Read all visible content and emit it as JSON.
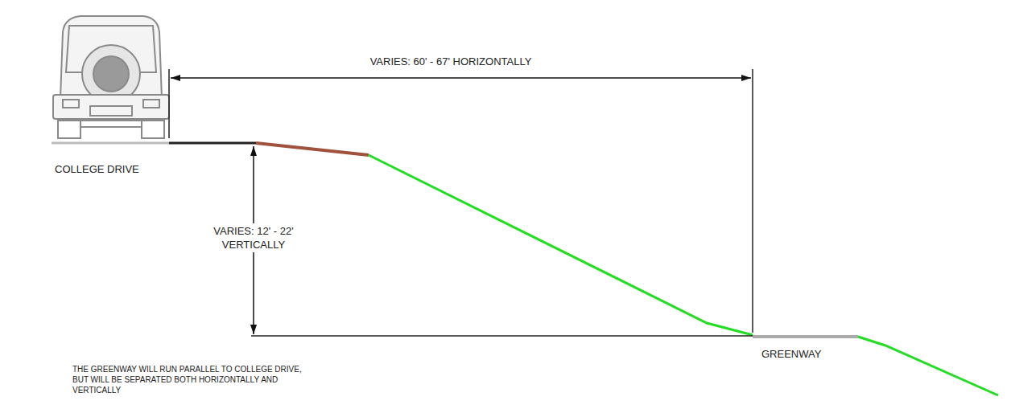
{
  "diagram": {
    "labels": [
      "VARIES: 60' - 67' HORIZONTALLY",
      "COLLEGE DRIVE",
      "VARIES: 12' - 22' VERTICALLY",
      "GREENWAY",
      "THE GREENWAY WILL RUN PARALLEL TO COLLEGE DRIVE, BUT WILL BE SEPARATED BOTH HORIZONTALLY AND VERTICALLY"
    ]
  }
}
